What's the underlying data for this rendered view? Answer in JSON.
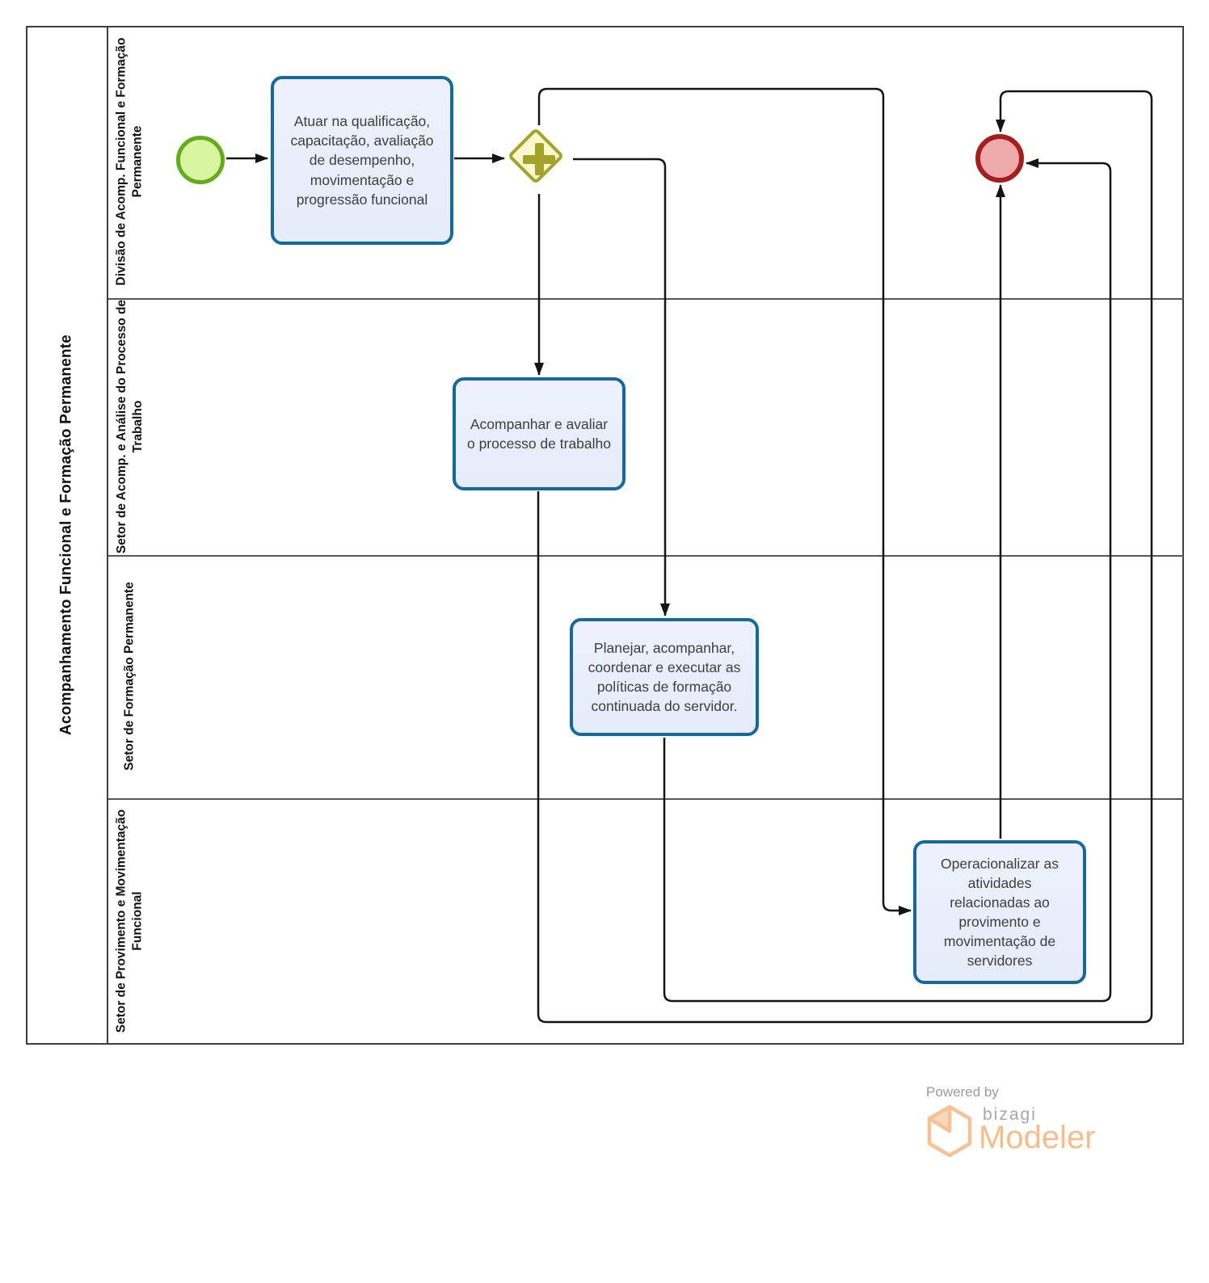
{
  "pool": {
    "title": "Acompanhamento Funcional e Formação Permanente",
    "lanes": [
      {
        "label": "Divisão de Acomp. Funcional e Formação Permanente"
      },
      {
        "label": "Setor de Acomp. e Análise do Processo de Trabalho"
      },
      {
        "label": "Setor de Formação Permanente"
      },
      {
        "label": "Setor de Provimento e Movimentação Funcional"
      }
    ]
  },
  "nodes": {
    "start_event": {
      "type": "bpmn-start-event"
    },
    "parallel_gateway": {
      "type": "bpmn-parallel-gateway",
      "icon": "plus-icon"
    },
    "end_event": {
      "type": "bpmn-end-event"
    },
    "tasks": [
      {
        "label": "Atuar na qualificação, capacitação, avaliação de desempenho, movimentação e progressão funcional"
      },
      {
        "label": "Acompanhar e avaliar o processo de trabalho"
      },
      {
        "label": "Planejar, acompanhar, coordenar e executar as políticas de formação continuada do servidor."
      },
      {
        "label": "Operacionalizar as atividades relacionadas ao provimento e movimentação de servidores"
      }
    ]
  },
  "colors": {
    "task_fill": "#e9edfb",
    "task_border": "#16699c",
    "start_fill": "#d8f6a2",
    "start_border": "#66ab1c",
    "end_fill": "#efa9a9",
    "end_border": "#a51d1d",
    "gateway_fill": "#f8f8cd",
    "gateway_border": "#a3a32a",
    "flow_line": "#141414",
    "lane_line": "#575757",
    "brand_orange": "#f6bd8b",
    "brand_gray": "#a6a6a6"
  },
  "footer": {
    "powered_by": "Powered by",
    "brand": "bizagi",
    "product": "Modeler"
  }
}
